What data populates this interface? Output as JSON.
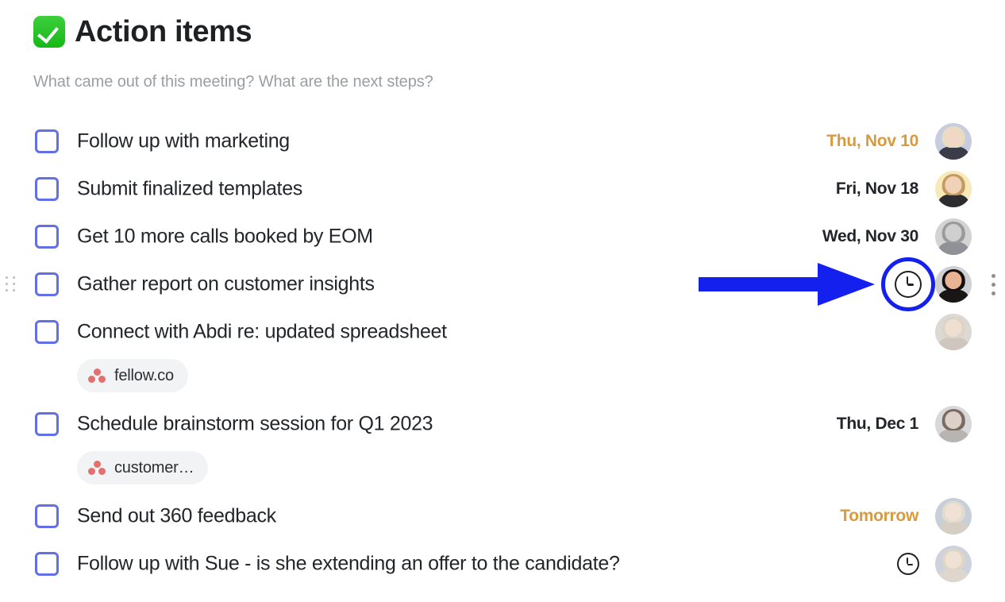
{
  "header": {
    "emoji_name": "white-check-mark",
    "title": "Action items",
    "subtitle": "What came out of this meeting? What are the next steps?"
  },
  "colors": {
    "checkbox_border": "#6370E5",
    "overdue_date": "#D99A3C",
    "normal_date": "#22252A",
    "highlight_ring": "#1320EE",
    "arrow": "#1320EE",
    "tag_dot": "#E1706F",
    "tag_background": "#F2F3F4",
    "emoji_green": "#15B915"
  },
  "annotation": {
    "arrow_name": "blue-arrow-annotation",
    "highlight_target": "due-date-clock-icon",
    "highlighted_row_index": 3
  },
  "items": [
    {
      "title": "Follow up with marketing",
      "due_date": "Thu, Nov 10",
      "due_overdue": true,
      "has_clock": false,
      "tag": null,
      "avatar": {
        "skin": "#efd9c6",
        "hair": "#e8dcc0",
        "bg": "#c5cddf",
        "body": "#3a3c49"
      }
    },
    {
      "title": "Submit finalized templates",
      "due_date": "Fri, Nov 18",
      "due_overdue": false,
      "has_clock": false,
      "tag": null,
      "avatar": {
        "skin": "#f0d2b6",
        "hair": "#c79a63",
        "bg": "#f7e9b8",
        "body": "#2e2c30"
      }
    },
    {
      "title": "Get 10 more calls booked by EOM",
      "due_date": "Wed, Nov 30",
      "due_overdue": false,
      "has_clock": false,
      "tag": null,
      "avatar": {
        "skin": "#cfcfcf",
        "hair": "#9a9a9a",
        "bg": "#d3d3d3",
        "body": "#8f9196"
      }
    },
    {
      "title": "Gather report on customer insights",
      "due_date": null,
      "due_overdue": false,
      "has_clock": true,
      "tag": null,
      "avatar": {
        "skin": "#e8b494",
        "hair": "#140f0e",
        "bg": "#cfd0d2",
        "body": "#1b1616"
      }
    },
    {
      "title": "Connect with Abdi re: updated spreadsheet",
      "due_date": null,
      "due_overdue": false,
      "has_clock": false,
      "tag": "fellow.co",
      "avatar": {
        "skin": "#efdfd0",
        "hair": "#ddd4c8",
        "bg": "#dcd8d3",
        "body": "#cfc7bf"
      }
    },
    {
      "title": "Schedule brainstorm session for Q1 2023",
      "due_date": "Thu, Dec 1",
      "due_overdue": false,
      "has_clock": false,
      "tag": "customer…",
      "avatar": {
        "skin": "#ddd0c9",
        "hair": "#7a6a62",
        "bg": "#d8d8d8",
        "body": "#b8b4b2"
      }
    },
    {
      "title": "Send out 360 feedback",
      "due_date": "Tomorrow",
      "due_overdue": true,
      "has_clock": false,
      "tag": null,
      "avatar": {
        "skin": "#efe2d4",
        "hair": "#e3dccd",
        "bg": "#c9cfd9",
        "body": "#d5cec4"
      }
    },
    {
      "title": "Follow up with Sue - is she extending an offer to the candidate?",
      "due_date": null,
      "due_overdue": false,
      "has_clock": true,
      "tag": null,
      "avatar": {
        "skin": "#efe2d4",
        "hair": "#ddd6c6",
        "bg": "#cdd2dc",
        "body": "#ddd7cd"
      }
    }
  ]
}
